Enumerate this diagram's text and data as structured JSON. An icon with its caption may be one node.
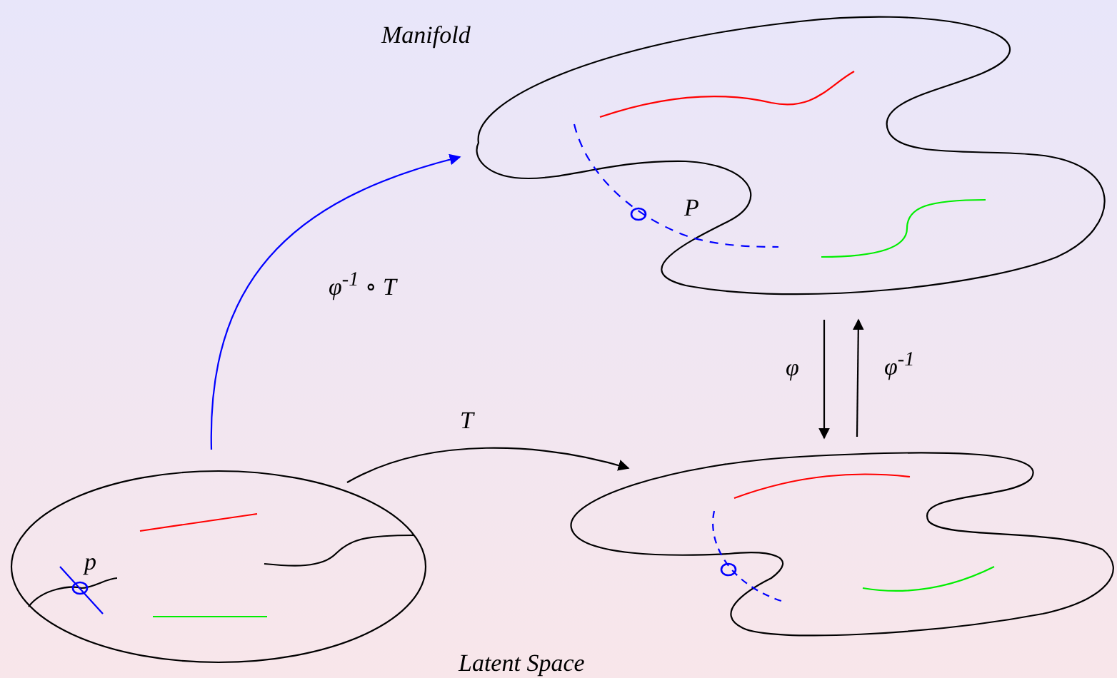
{
  "diagram": {
    "nodes": [
      {
        "text": [
          "Manifold"
        ]
      },
      {
        "text": [],
        "shape": "blob"
      },
      {
        "text": [
          "Latent Space"
        ]
      }
    ],
    "edges": [
      {
        "from": 2,
        "to": 0,
        "arrow": "to",
        "label": "φ$^{-1}$ ∘ T",
        "color": "#0000ff"
      },
      {
        "from": 2,
        "to": 1,
        "arrow": "to",
        "label": "T"
      },
      {
        "from": 0,
        "to": 1,
        "arrow": "to",
        "label": "φ"
      },
      {
        "from": 1,
        "to": 0,
        "arrow": "to",
        "label": "φ$^{-1}$"
      }
    ],
    "labels": [
      "P",
      "p"
    ]
  }
}
